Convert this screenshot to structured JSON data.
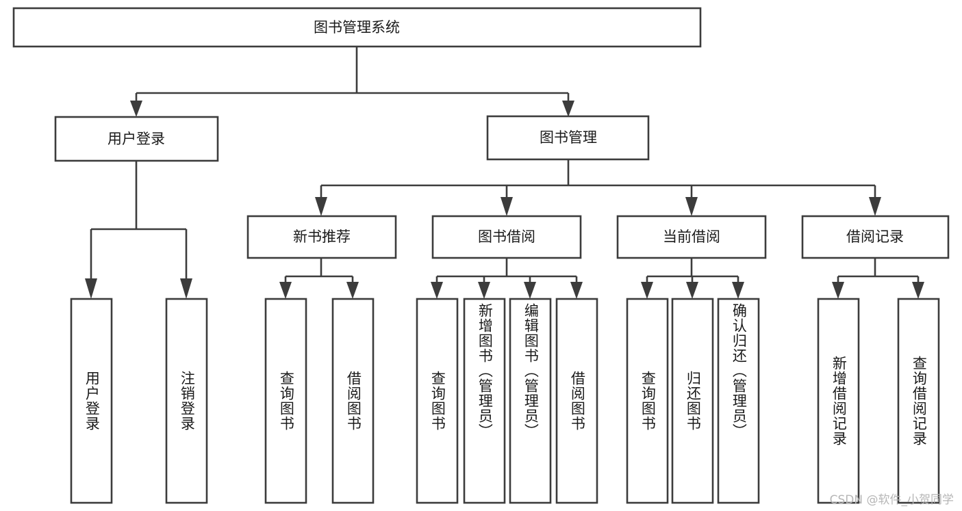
{
  "diagram": {
    "title": "图书管理系统",
    "type": "tree-structure-chart",
    "colors": {
      "box_border": "#3c3c3c",
      "box_fill": "#ffffff",
      "text": "#1a1a1a",
      "background": "#ffffff",
      "watermark": "#b6b6b6"
    },
    "root": {
      "label": "图书管理系统"
    },
    "level2": [
      {
        "label": "用户登录"
      },
      {
        "label": "图书管理"
      }
    ],
    "level3": [
      {
        "label": "新书推荐"
      },
      {
        "label": "图书借阅"
      },
      {
        "label": "当前借阅"
      },
      {
        "label": "借阅记录"
      }
    ],
    "leaves": {
      "user_login": [
        {
          "label": "用户登录"
        },
        {
          "label": "注销登录"
        }
      ],
      "new_book_recommend": [
        {
          "label": "查询图书"
        },
        {
          "label": "借阅图书"
        }
      ],
      "book_borrow": [
        {
          "label": "查询图书"
        },
        {
          "label": "新增图书（管理员）"
        },
        {
          "label": "编辑图书（管理员）"
        },
        {
          "label": "借阅图书"
        }
      ],
      "current_borrow": [
        {
          "label": "查询图书"
        },
        {
          "label": "归还图书"
        },
        {
          "label": "确认归还（管理员）"
        }
      ],
      "borrow_record": [
        {
          "label": "新增借阅记录"
        },
        {
          "label": "查询借阅记录"
        }
      ]
    },
    "watermark": "CSDN @软件_小贺同学"
  }
}
